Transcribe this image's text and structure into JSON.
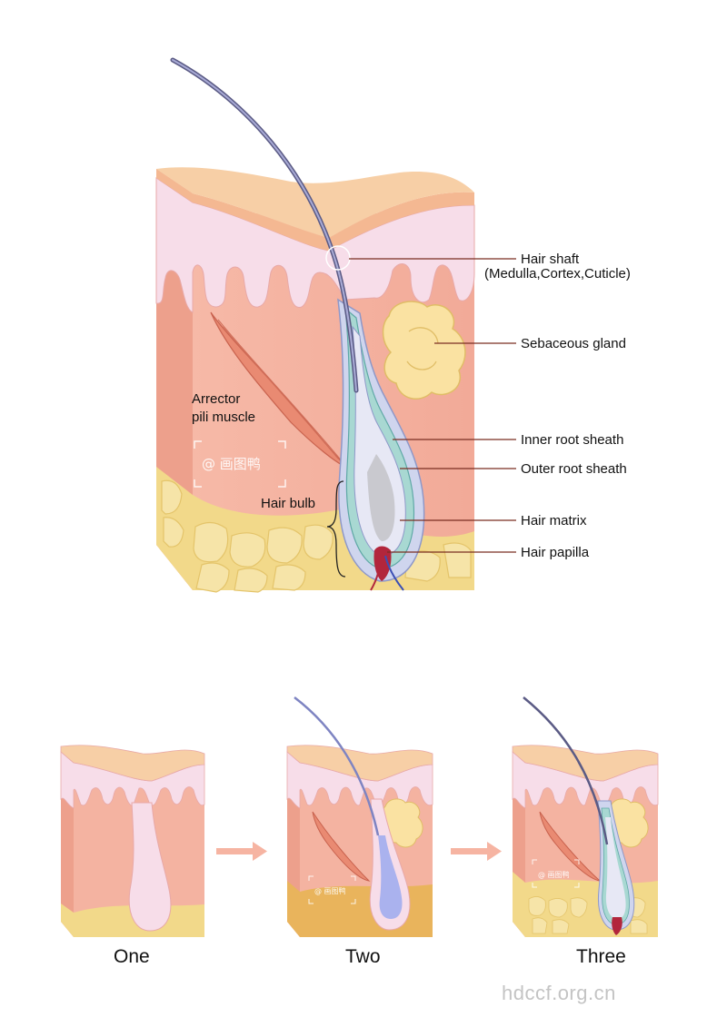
{
  "labels": {
    "hair_shaft_line1": "Hair shaft",
    "hair_shaft_line2": "(Medulla,Cortex,Cuticle)",
    "sebaceous_gland": "Sebaceous gland",
    "inner_root_sheath": "Inner root sheath",
    "outer_root_sheath": "Outer root sheath",
    "hair_matrix": "Hair matrix",
    "hair_papilla": "Hair papilla",
    "arrector_line1": "Arrector",
    "arrector_line2": "pili muscle",
    "hair_bulb": "Hair bulb"
  },
  "stages": [
    "One",
    "Two",
    "Three"
  ],
  "watermark": "@ 画图鸭",
  "site": "hdccf.org.cn",
  "colors": {
    "epidermis": "#f7cfa6",
    "papillary": "#f7dde9",
    "dermis": "#f4b3a1",
    "fat": "#f2d98a",
    "muscle": "#e98a72",
    "gland": "#fae2a2",
    "sheath_outer": "#b9c1e6",
    "sheath_inner": "#9fd2cf",
    "papilla": "#b2263c",
    "hair": "#6f6f93",
    "label_line": "#7a2e22",
    "arrow": "#f6b4a2"
  }
}
